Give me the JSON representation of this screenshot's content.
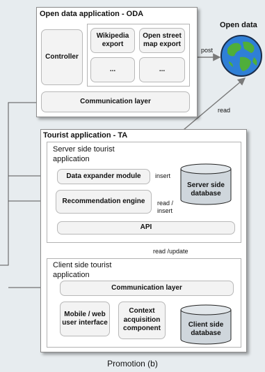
{
  "oda": {
    "title": "Open data application - ODA",
    "controller": "Controller",
    "wikipedia": "Wikipedia export",
    "osm": "Open street map export",
    "dots1": "...",
    "dots2": "...",
    "comm": "Communication layer"
  },
  "open_data": {
    "label": "Open data",
    "icon": "earth-globe-icon"
  },
  "edge_labels": {
    "post": "post",
    "read": "read",
    "insert": "insert",
    "read_insert": "read / insert",
    "read_update": "read /update"
  },
  "ta": {
    "title": "Tourist application - TA",
    "server": {
      "title": "Server side tourist application",
      "expander": "Data expander module",
      "recommendation": "Recommendation engine",
      "db": "Server side database",
      "api": "API"
    },
    "client": {
      "title": "Client side tourist application",
      "comm": "Communication layer",
      "mobile": "Mobile / web user interface",
      "context": "Context acquisition component",
      "db": "Client side database"
    }
  },
  "caption": "Promotion (b)",
  "colors": {
    "background": "#e7ecef",
    "box_fill": "#f3f3f3",
    "db_fill": "#cfd6dc",
    "arrow": "#7a7a7a"
  }
}
